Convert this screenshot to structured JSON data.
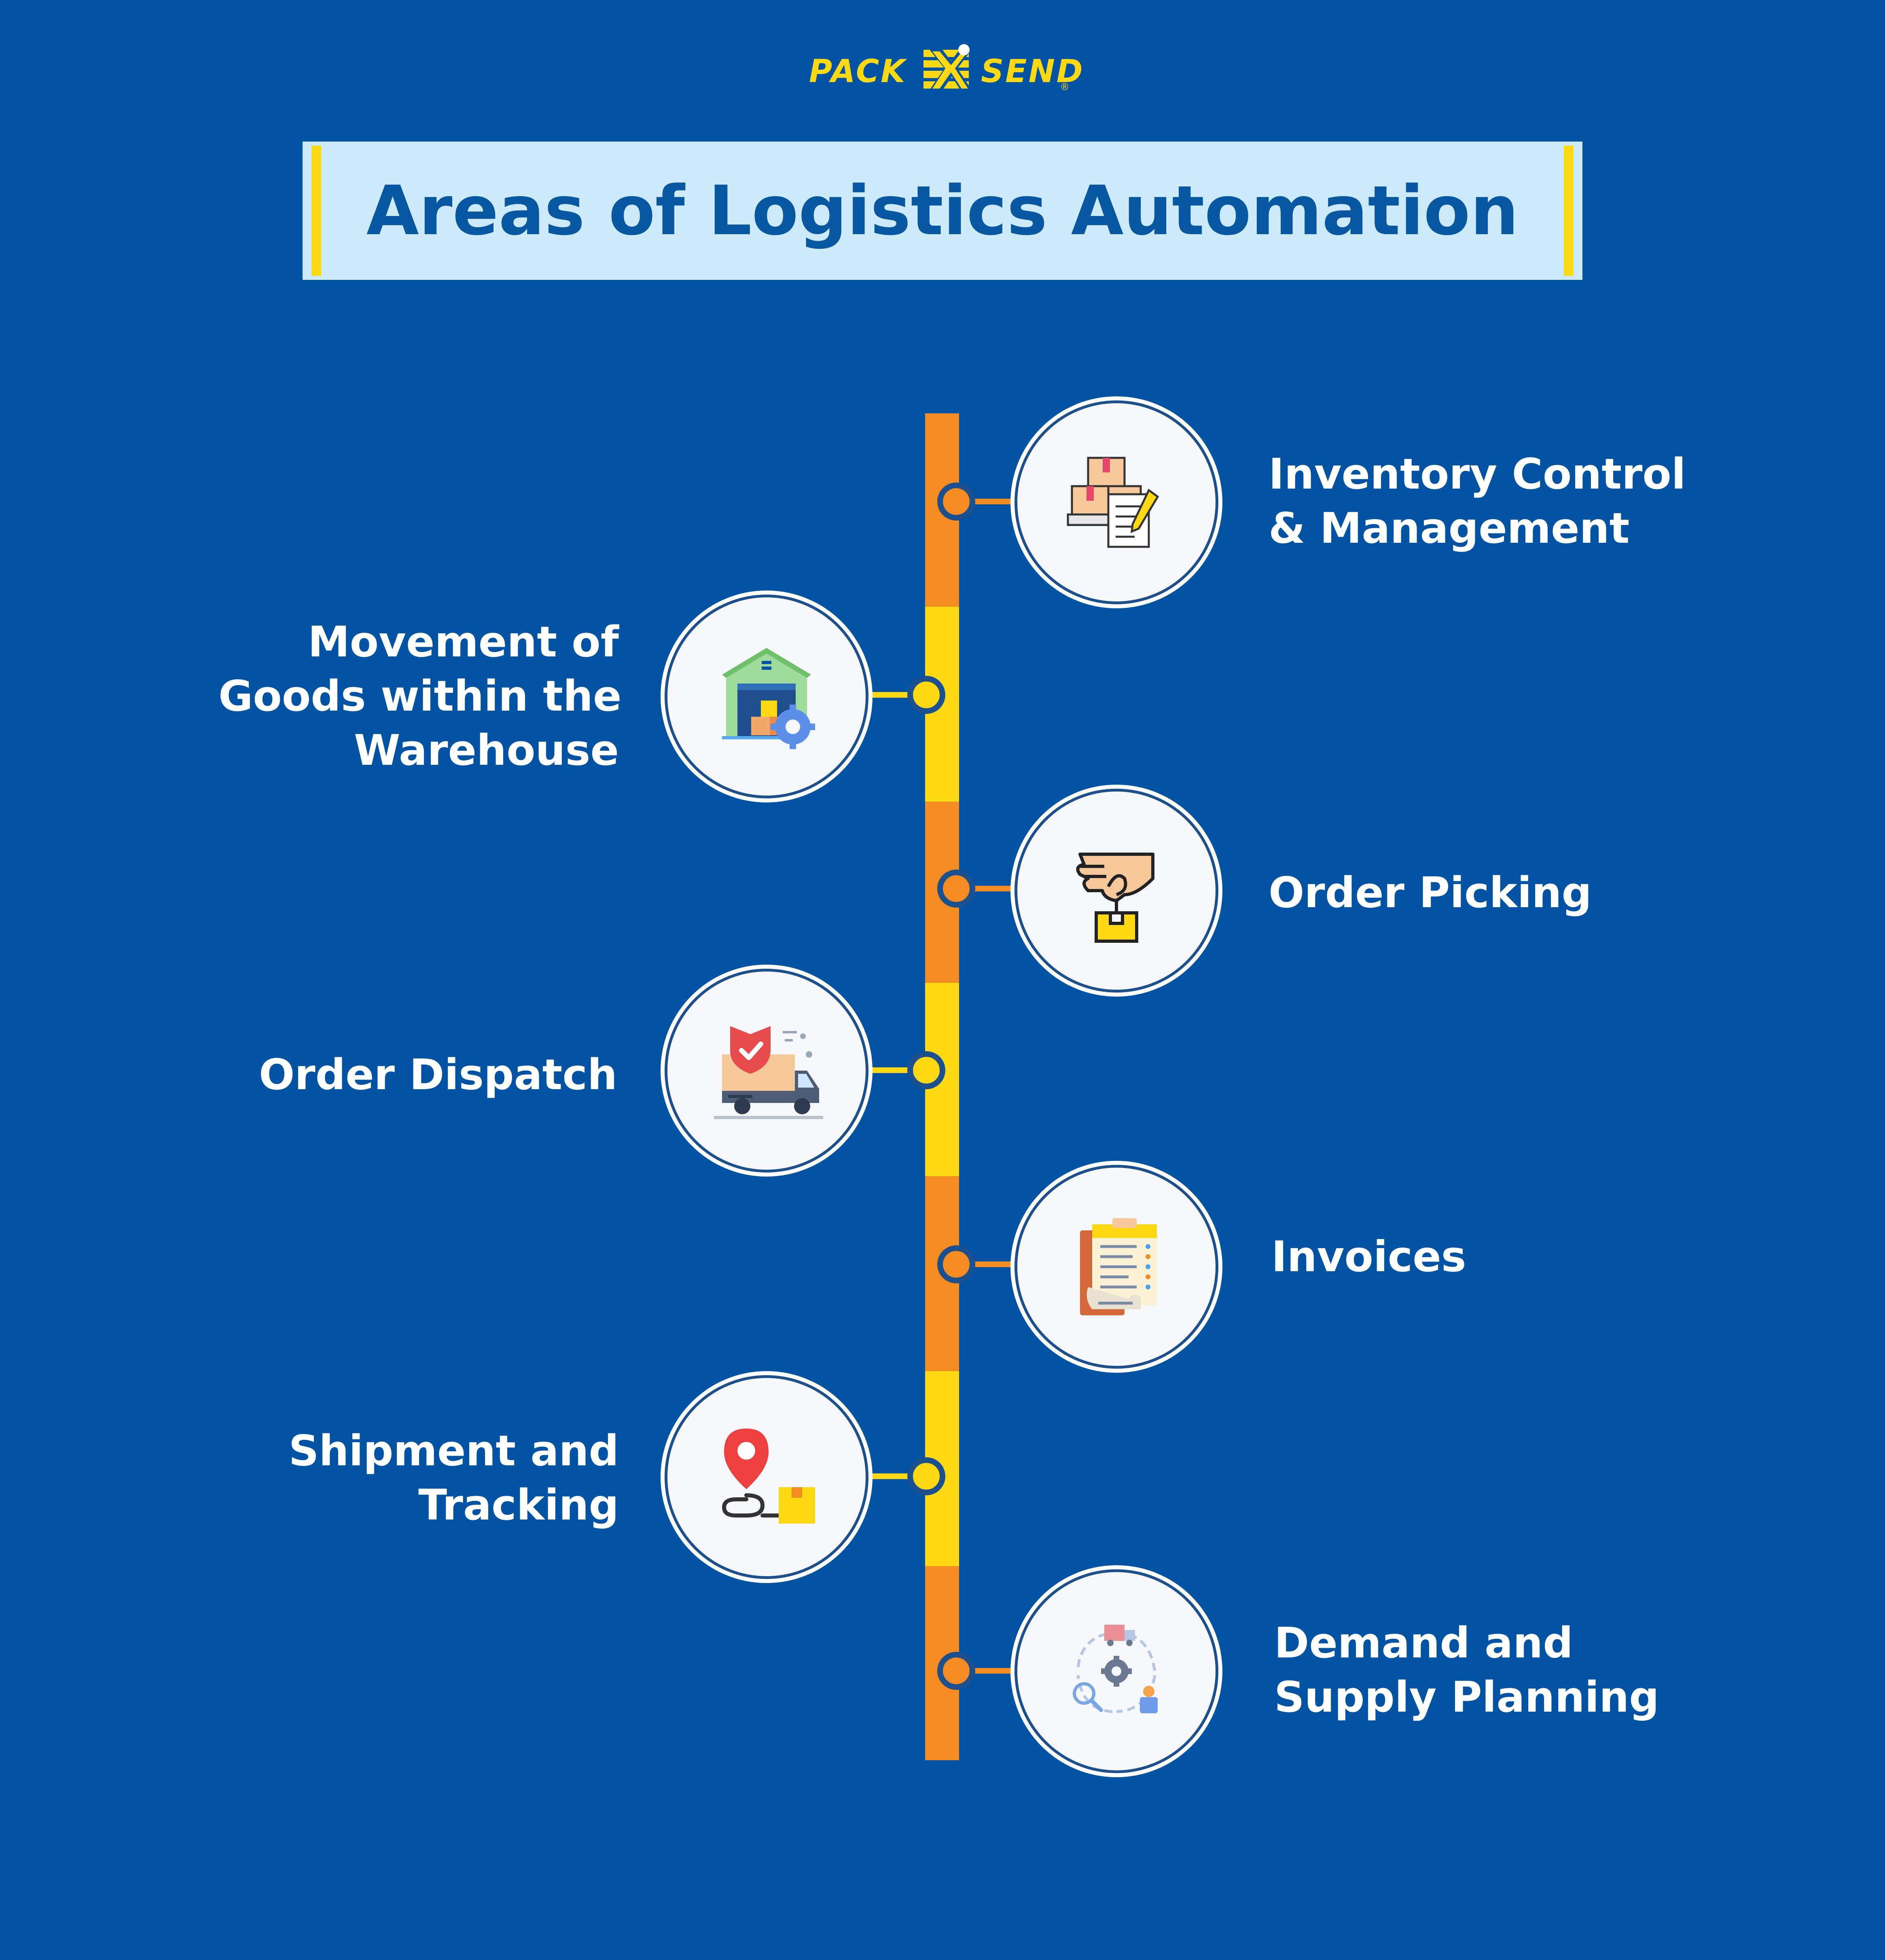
{
  "brand": {
    "left_word": "PACK",
    "right_word": "SEND",
    "registered": "®",
    "color": "#fcd913"
  },
  "title": "Areas of Logistics Automation",
  "colors": {
    "background": "#0353a4",
    "title_bg": "#cdeafa",
    "title_text": "#0757a3",
    "accent_yellow": "#fcd913",
    "accent_orange": "#f48c21",
    "circle_border": "#1b4f8e"
  },
  "items": [
    {
      "label_lines": [
        "Inventory Control",
        "& Management"
      ],
      "icon": "inventory-boxes-clipboard-icon",
      "side": "right"
    },
    {
      "label_lines": [
        "Movement of",
        "Goods within the",
        "Warehouse"
      ],
      "icon": "warehouse-gear-icon",
      "side": "left"
    },
    {
      "label_lines": [
        "Order Picking"
      ],
      "icon": "hand-picking-box-icon",
      "side": "right"
    },
    {
      "label_lines": [
        "Order Dispatch"
      ],
      "icon": "delivery-truck-shield-icon",
      "side": "left"
    },
    {
      "label_lines": [
        "Invoices"
      ],
      "icon": "invoice-document-icon",
      "side": "right"
    },
    {
      "label_lines": [
        "Shipment and",
        "Tracking"
      ],
      "icon": "location-pin-route-icon",
      "side": "left"
    },
    {
      "label_lines": [
        "Demand and",
        "Supply Planning"
      ],
      "icon": "supply-cycle-gear-icon",
      "side": "right"
    }
  ]
}
